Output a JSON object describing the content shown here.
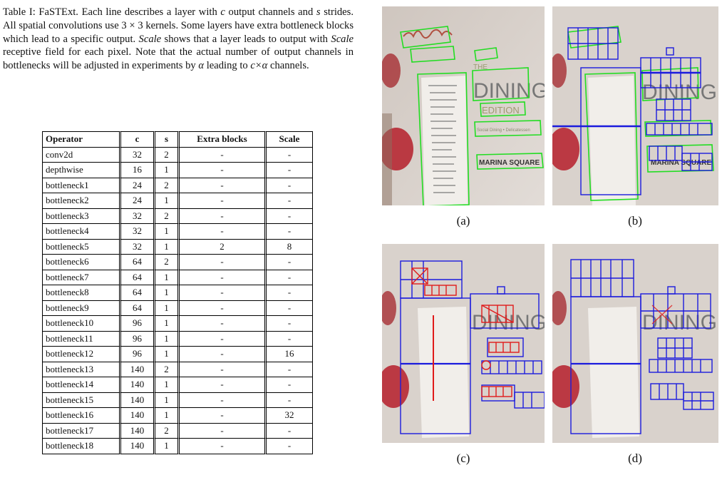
{
  "caption": {
    "lead": "Table I: FaSTExt. Each line describes a layer with ",
    "c_sym": "c",
    "mid1": " output channels and ",
    "s_sym": "s",
    "mid2": " strides. All spatial convolutions use 3 × 3 kernels. Some layers have extra bottleneck blocks which lead to a specific output. ",
    "scale_word": "Scale",
    "mid3": " shows that a layer leads to output with ",
    "scale_word2": "Scale",
    "mid4": " receptive field for each pixel. Note that the actual number of output channels in bottlenecks will be adjusted in experiments by ",
    "alpha_sym": "α",
    "mid5": " leading to ",
    "calpha_sym": "c×α",
    "tail": " channels."
  },
  "table": {
    "headers": [
      "Operator",
      "c",
      "s",
      "Extra blocks",
      "Scale"
    ],
    "rows": [
      [
        "conv2d",
        "32",
        "2",
        "-",
        "-"
      ],
      [
        "depthwise",
        "16",
        "1",
        "-",
        "-"
      ],
      [
        "bottleneck1",
        "24",
        "2",
        "-",
        "-"
      ],
      [
        "bottleneck2",
        "24",
        "1",
        "-",
        "-"
      ],
      [
        "bottleneck3",
        "32",
        "2",
        "-",
        "-"
      ],
      [
        "bottleneck4",
        "32",
        "1",
        "-",
        "-"
      ],
      [
        "bottleneck5",
        "32",
        "1",
        "2",
        "8"
      ],
      [
        "bottleneck6",
        "64",
        "2",
        "-",
        "-"
      ],
      [
        "bottleneck7",
        "64",
        "1",
        "-",
        "-"
      ],
      [
        "bottleneck8",
        "64",
        "1",
        "-",
        "-"
      ],
      [
        "bottleneck9",
        "64",
        "1",
        "-",
        "-"
      ],
      [
        "bottleneck10",
        "96",
        "1",
        "-",
        "-"
      ],
      [
        "bottleneck11",
        "96",
        "1",
        "-",
        "-"
      ],
      [
        "bottleneck12",
        "96",
        "1",
        "-",
        "16"
      ],
      [
        "bottleneck13",
        "140",
        "2",
        "-",
        "-"
      ],
      [
        "bottleneck14",
        "140",
        "1",
        "-",
        "-"
      ],
      [
        "bottleneck15",
        "140",
        "1",
        "-",
        "-"
      ],
      [
        "bottleneck16",
        "140",
        "1",
        "-",
        "32"
      ],
      [
        "bottleneck17",
        "140",
        "2",
        "-",
        "-"
      ],
      [
        "bottleneck18",
        "140",
        "1",
        "-",
        "-"
      ]
    ]
  },
  "figure": {
    "panels": [
      {
        "label": "(a)",
        "id": "a"
      },
      {
        "label": "(b)",
        "id": "b"
      },
      {
        "label": "(c)",
        "id": "c"
      },
      {
        "label": "(d)",
        "id": "d"
      }
    ],
    "scene_text": {
      "word_dining": "DINING",
      "word_edition": "EDITION",
      "word_square": "MARINA SQUARE",
      "word_small": "Social Dining • Delicatessen",
      "word_the": "THE"
    },
    "colors": {
      "wall": "#d9d2cc",
      "gt_green": "#22dd22",
      "pred_blue": "#1b1bdd",
      "pred_red": "#e01a1a",
      "flower_red": "#b51f2a"
    }
  }
}
